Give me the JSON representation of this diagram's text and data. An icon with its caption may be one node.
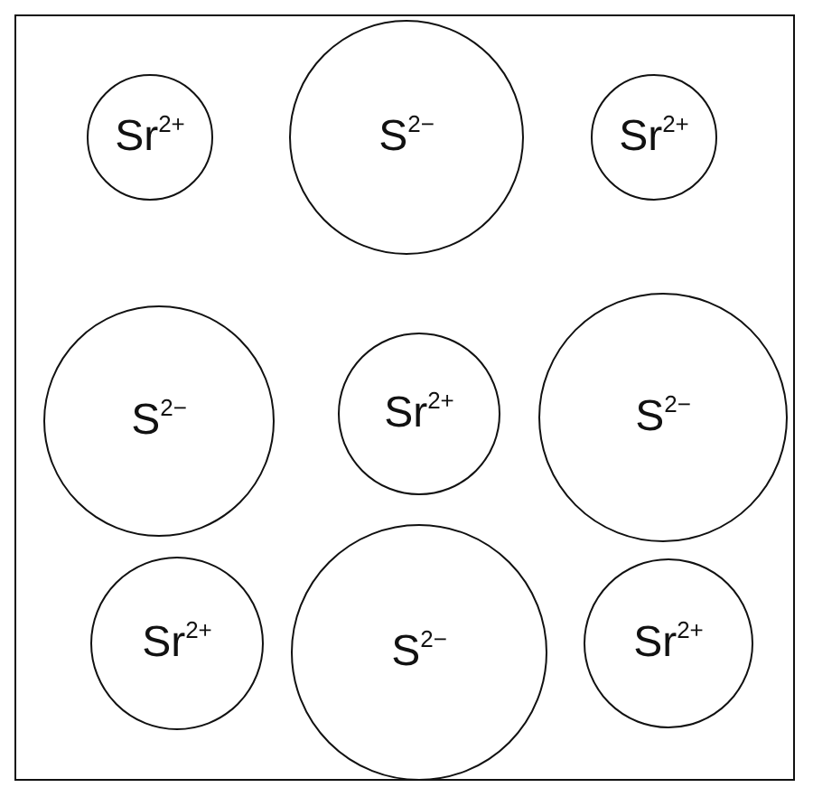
{
  "diagram": {
    "nodes": [
      {
        "text": [
          "Sr$^{2+}$"
        ]
      },
      {
        "text": [
          "S$^{2−}$"
        ]
      },
      {
        "text": [
          "Sr$^{2+}$"
        ]
      },
      {
        "text": [
          "S$^{2−}$"
        ]
      },
      {
        "text": [
          "Sr$^{2+}$"
        ]
      },
      {
        "text": [
          "S$^{2−}$"
        ]
      },
      {
        "text": [
          "Sr$^{2+}$"
        ]
      },
      {
        "text": [
          "S$^{2−}$"
        ]
      },
      {
        "text": [
          "Sr$^{2+}$"
        ]
      }
    ]
  }
}
